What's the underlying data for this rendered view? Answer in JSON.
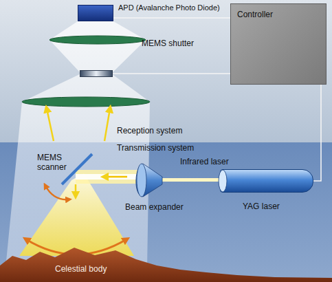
{
  "diagram": {
    "nodes": [
      {
        "text": [
          "APD (Avalanche Photo Diode)"
        ]
      },
      {
        "text": [
          "Controller"
        ]
      },
      {
        "text": [
          "MEMS shutter"
        ]
      },
      {
        "text": [
          "YAG laser"
        ]
      }
    ],
    "edges": [
      {
        "from": 0,
        "to": 1,
        "arrow": "none"
      },
      {
        "from": 1,
        "to": 2,
        "arrow": "none"
      },
      {
        "from": 1,
        "to": 3,
        "arrow": "none"
      }
    ],
    "labels": [
      "Reception system",
      "Transmission system",
      "MEMS scanner",
      "Infrared laser",
      "Beam expander",
      "Celestial body"
    ]
  }
}
